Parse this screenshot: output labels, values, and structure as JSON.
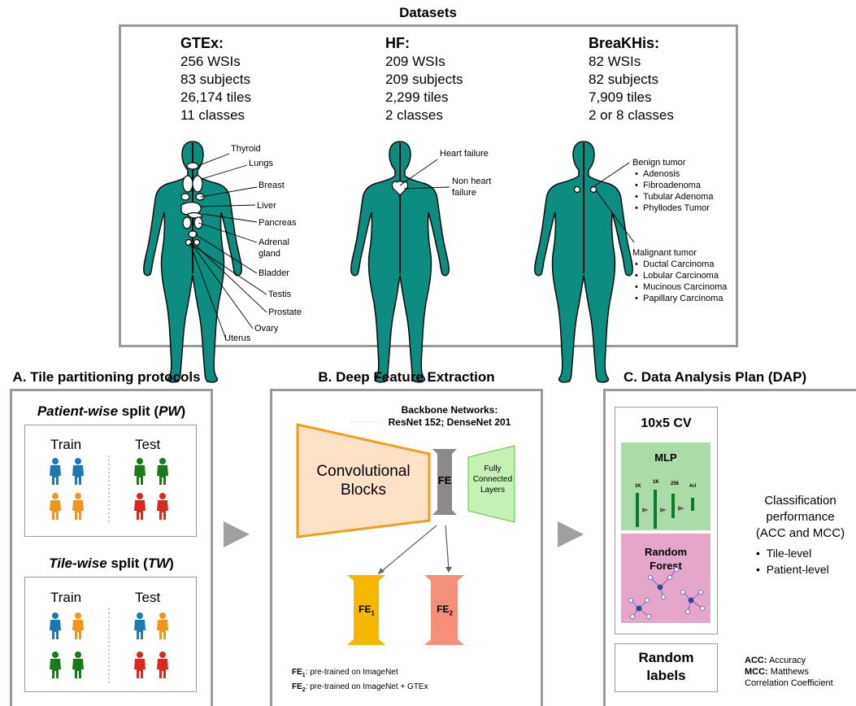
{
  "datasets": {
    "title": "Datasets",
    "gtex": {
      "name": "GTEx:",
      "lines": [
        "256 WSIs",
        "83 subjects",
        "26,174 tiles",
        "11 classes"
      ],
      "organs": [
        "Thyroid",
        "Lungs",
        "Breast",
        "Liver",
        "Pancreas",
        "Adrenal",
        "gland",
        "Bladder",
        "Testis",
        "Prostate",
        "Ovary",
        "Uterus"
      ]
    },
    "hf": {
      "name": "HF:",
      "lines": [
        "209 WSIs",
        "209 subjects",
        "2,299 tiles",
        "2 classes"
      ],
      "labels": [
        "Heart failure",
        "Non heart",
        "failure"
      ]
    },
    "breakhis": {
      "name": "BreaKHis:",
      "lines": [
        "82 WSIs",
        "82 subjects",
        "7,909 tiles",
        "2 or 8 classes"
      ],
      "benign_title": "Benign tumor",
      "benign": [
        "Adenosis",
        "Fibroadenoma",
        "Tubular Adenoma",
        "Phyllodes Tumor"
      ],
      "malignant_title": "Malignant tumor",
      "malignant": [
        "Ductal Carcinoma",
        "Lobular Carcinoma",
        "Mucinous Carcinoma",
        "Papillary Carcinoma"
      ]
    }
  },
  "section_a": {
    "title": "A. Tile partitioning protocols",
    "pw_title_italic": "Patient-wise",
    "pw_title_rest": " split (",
    "pw_abbr": "PW",
    "pw_close": ")",
    "tw_title_italic": "Tile-wise",
    "tw_title_rest": " split (",
    "tw_abbr": "TW",
    "tw_close": ")",
    "train": "Train",
    "test": "Test"
  },
  "section_b": {
    "title": "B. Deep Feature Extraction",
    "backbone_title": "Backbone Networks:",
    "backbone_nets": "ResNet 152; DenseNet 201",
    "conv": [
      "Convolutional",
      "Blocks"
    ],
    "fe": "FE",
    "fc": [
      "Fully",
      "Connected",
      "Layers"
    ],
    "fe1": "FE",
    "fe1_sub": "1",
    "fe2": "FE",
    "fe2_sub": "2",
    "note1_bold": "FE",
    "note1_sub": "1",
    "note1_rest": ": pre-trained on ImageNet",
    "note2_bold": "FE",
    "note2_sub": "2",
    "note2_rest": ": pre-trained on ImageNet + GTEx"
  },
  "section_c": {
    "title": "C. Data Analysis Plan (DAP)",
    "cv": "10x5 CV",
    "mlp": "MLP",
    "mlp_layers": [
      "1K",
      "1K",
      "256",
      "#cl"
    ],
    "rf": [
      "Random",
      "Forest"
    ],
    "random_labels": [
      "Random",
      "labels"
    ],
    "result_lines": [
      "Classification",
      "performance",
      "(ACC and MCC)"
    ],
    "result_items": [
      "Tile-level",
      "Patient-level"
    ],
    "legend1_bold": "ACC:",
    "legend1_rest": " Accuracy",
    "legend2_bold": "MCC:",
    "legend2_rest": " Matthews",
    "legend3": "Correlation Coefficient"
  },
  "colors": {
    "body_teal": "#0d8c80",
    "body_outline": "#0a0a0a",
    "border_gray": "#9a9a9a",
    "person_blue": "#1f77b4",
    "person_orange": "#f0961e",
    "person_green": "#1a7a1a",
    "person_red": "#d62a1e",
    "conv_fill": "#fde2c8",
    "conv_stroke": "#f39c1f",
    "fe_gray": "#8a8a8a",
    "fc_fill": "#c5f2b4",
    "fe1_fill": "#f5b700",
    "fe2_fill": "#f4907a",
    "mlp_fill": "#a9dca9",
    "rf_fill": "#e6a6c9",
    "arrow_gray": "#a0a0a0"
  }
}
